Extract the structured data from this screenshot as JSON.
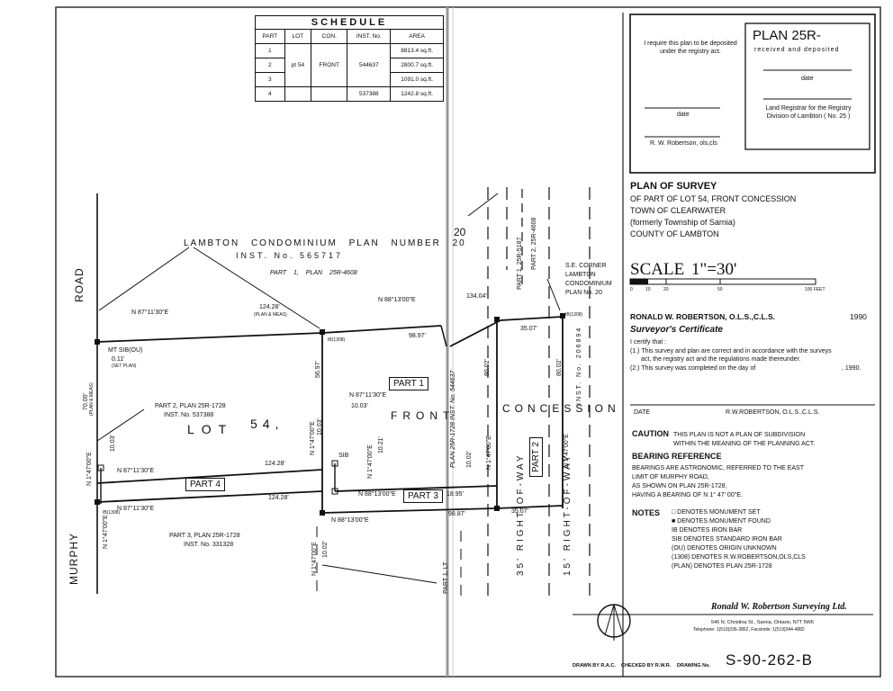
{
  "schedule": {
    "title": "SCHEDULE",
    "headers": [
      "PART",
      "LOT",
      "CON.",
      "INST. No.",
      "AREA"
    ],
    "rows": [
      [
        "1",
        "",
        "",
        "",
        "8813.4 sq.ft."
      ],
      [
        "2",
        "pt 54",
        "FRONT",
        "544637",
        "2800.7 sq.ft."
      ],
      [
        "3",
        "",
        "",
        "",
        "1091.0 sq.ft."
      ],
      [
        "4",
        "",
        "",
        "537388",
        "1242.8 sq.ft."
      ]
    ]
  },
  "registry": {
    "request_text": "I require this plan to be deposited under the registry act.",
    "date_label": "date",
    "surveyor_sig": "R. W. Robertson, ols,cls",
    "plan_no": "PLAN 25R-",
    "received": "received and deposited",
    "date_label2": "date",
    "land_registrar": "Land Registrar for the Registry Division of Lambton ( No. 25 )"
  },
  "title_block": {
    "line1": "PLAN OF SURVEY",
    "line2": "OF PART OF LOT 54, FRONT CONCESSION",
    "line3": "TOWN OF CLEARWATER",
    "line4": "(formerly Township of Sarnia)",
    "line5": "COUNTY OF LAMBTON"
  },
  "scale": {
    "label": "SCALE",
    "value": "1\"=30'",
    "ticks": [
      "0",
      "10",
      "20",
      "50",
      "100 FEET"
    ]
  },
  "certificate": {
    "surveyor": "RONALD W. ROBERTSON, O.L.S.,C.L.S.",
    "year": "1990",
    "heading": "Surveyor's Certificate",
    "certify": "I certify that :",
    "item1a": "(1.) This survey and plan are correct and in accordance with the surveys",
    "item1b": "act, the registry act and the regulations made thereunder.",
    "item2": "(2.) This survey was completed on the          day of",
    "item2_year": ", 1990.",
    "date_label": "DATE",
    "signer": "R.W.ROBERTSON, O.L.S.,C.L.S."
  },
  "caution": {
    "label": "CAUTION",
    "text1": "THIS PLAN IS NOT A PLAN OF SUBDIVISION",
    "text2": "WITHIN THE MEANING OF THE PLANNING ACT."
  },
  "bearing": {
    "heading": "BEARING REFERENCE",
    "l1": "BEARINGS ARE ASTRONOMIC, REFERRED TO THE EAST",
    "l2": "LIMIT OF MURPHY ROAD,",
    "l3": "AS SHOWN ON PLAN 25R-1728,",
    "l4": "HAVING A BEARING OF N 1° 47' 00\"E."
  },
  "notes": {
    "label": "NOTES",
    "items": [
      "□ DENOTES MONUMENT SET",
      "■ DENOTES MONUMENT FOUND",
      "IB DENOTES IRON BAR",
      "SIB DENOTES STANDARD IRON BAR",
      "(OU) DENOTES ORIGIN UNKNOWN",
      "(1308) DENOTES R.W.ROBERTSON,OLS,CLS",
      "(PLAN) DENOTES PLAN 25R-1728"
    ]
  },
  "firm": {
    "name": "Ronald W. Robertson Surveying Ltd.",
    "address": "546 N. Christina St., Sarnia, Ontario, N7T 5W6",
    "phone": "Telephone: 1(519)336-3862, Facsimile: 1(519)344-4882"
  },
  "footer": {
    "drawn": "DRAWN BY R.A.C.",
    "checked": "CHECKED BY R.W.R.",
    "drawing_no_label": "DRAWING No.",
    "drawing_no": "S-90-262-B"
  },
  "map": {
    "condo": "LAMBTON CONDOMINIUM PLAN NUMBER 20",
    "condo_inst": "INST. No. 565717",
    "part1_plan": "PART 1, PLAN 25R-4608",
    "road": "ROAD",
    "murphy": "MURPHY",
    "lot": "LOT",
    "lot_no": "54,",
    "front": "FRONT",
    "concession": "CONCESSION",
    "part1": "PART 1",
    "part2": "PART 2",
    "part3": "PART 3",
    "part4": "PART 4",
    "b_n871130_top": "N 87°11'30\"E",
    "b_n881300_top": "N 88°13'00\"E",
    "b_n871130_p4": "N 87°11'30\"E",
    "b_n871130_bottom": "N 87°11'30\"E",
    "b_n881300_p3": "N 88°13'00\"E",
    "b_n881300_bottom": "N 88°13'00\"E",
    "b_n871130_mid": "N 87°11'30\"E",
    "d_124_28_top": "124.28'",
    "d_plan_meas": "(PLAN & MEAS)",
    "d_134_04": "134.04'",
    "d_98_97": "98.97'",
    "d_35_07_top": "35.07'",
    "d_124_28_p4": "124.28'",
    "d_124_28_bottom": "124.28'",
    "d_10_03": "10.03'",
    "d_10_03b": "10.03'",
    "d_18_95": "18.95'",
    "d_98_87": "98.87'",
    "d_35_07_bottom": "35.07'",
    "d_70_00": "70.00'",
    "d_0_11": "0.11'",
    "d_set_plan": "(SET PLAN)",
    "d_plan_meas_v": "(PLAN & MEAS)",
    "d_10_03_v": "10.03'",
    "d_10_21": "10.21'",
    "d_10_02": "10.02'",
    "d_10_02b": "10.02'",
    "d_80_02": "80.02'",
    "d_80_02b": "80.02'",
    "d_56_97": "56.97'",
    "d_n14700_1": "N 1°47'00\"E",
    "d_n14700_2": "N 1°47'00\"E",
    "d_n14700_3": "N 1°47'00\"E",
    "d_n14700_4": "N 1°47'00\"E",
    "d_n14700_5": "N 1°47'00\"E",
    "d_n14700_6": "N 1°47'00\"E",
    "d_n14700_7": "N 1°47'00\"E",
    "part2_plan": "PART 2, PLAN 25R-1728",
    "part2_inst": "INST. No. 537388",
    "part3_plan": "PART 3, PLAN 25R-1728",
    "part3_inst": "INST. No. 331328",
    "sc_corner1": "S.E. CORNER",
    "sc_corner2": "LAMBTON",
    "sc_corner3": "CONDOMINIUM",
    "sc_corner4": "PLAN No. 20",
    "row_35": "35' RIGHT-OF-WAY",
    "row_15": "15' RIGHT-OF-WAY",
    "inst_206894": "INST. No. 206894",
    "plan_544637": "PLAN 25R-1728 INST. No. 544637",
    "part1_25r5187": "PART 1, 25R-5187",
    "part2_25r4608": "PART 2, 25R-4608",
    "part_lt": "PART 1, LT",
    "sib": "SIB",
    "ib1308_a": "IB(1308)",
    "ib1308_b": "IB(1308)",
    "ib1308_c": "IB(1308)",
    "ib_ou": "SIB(OU)",
    "mon": "MT SIB(OU)",
    "twenty": "20"
  }
}
